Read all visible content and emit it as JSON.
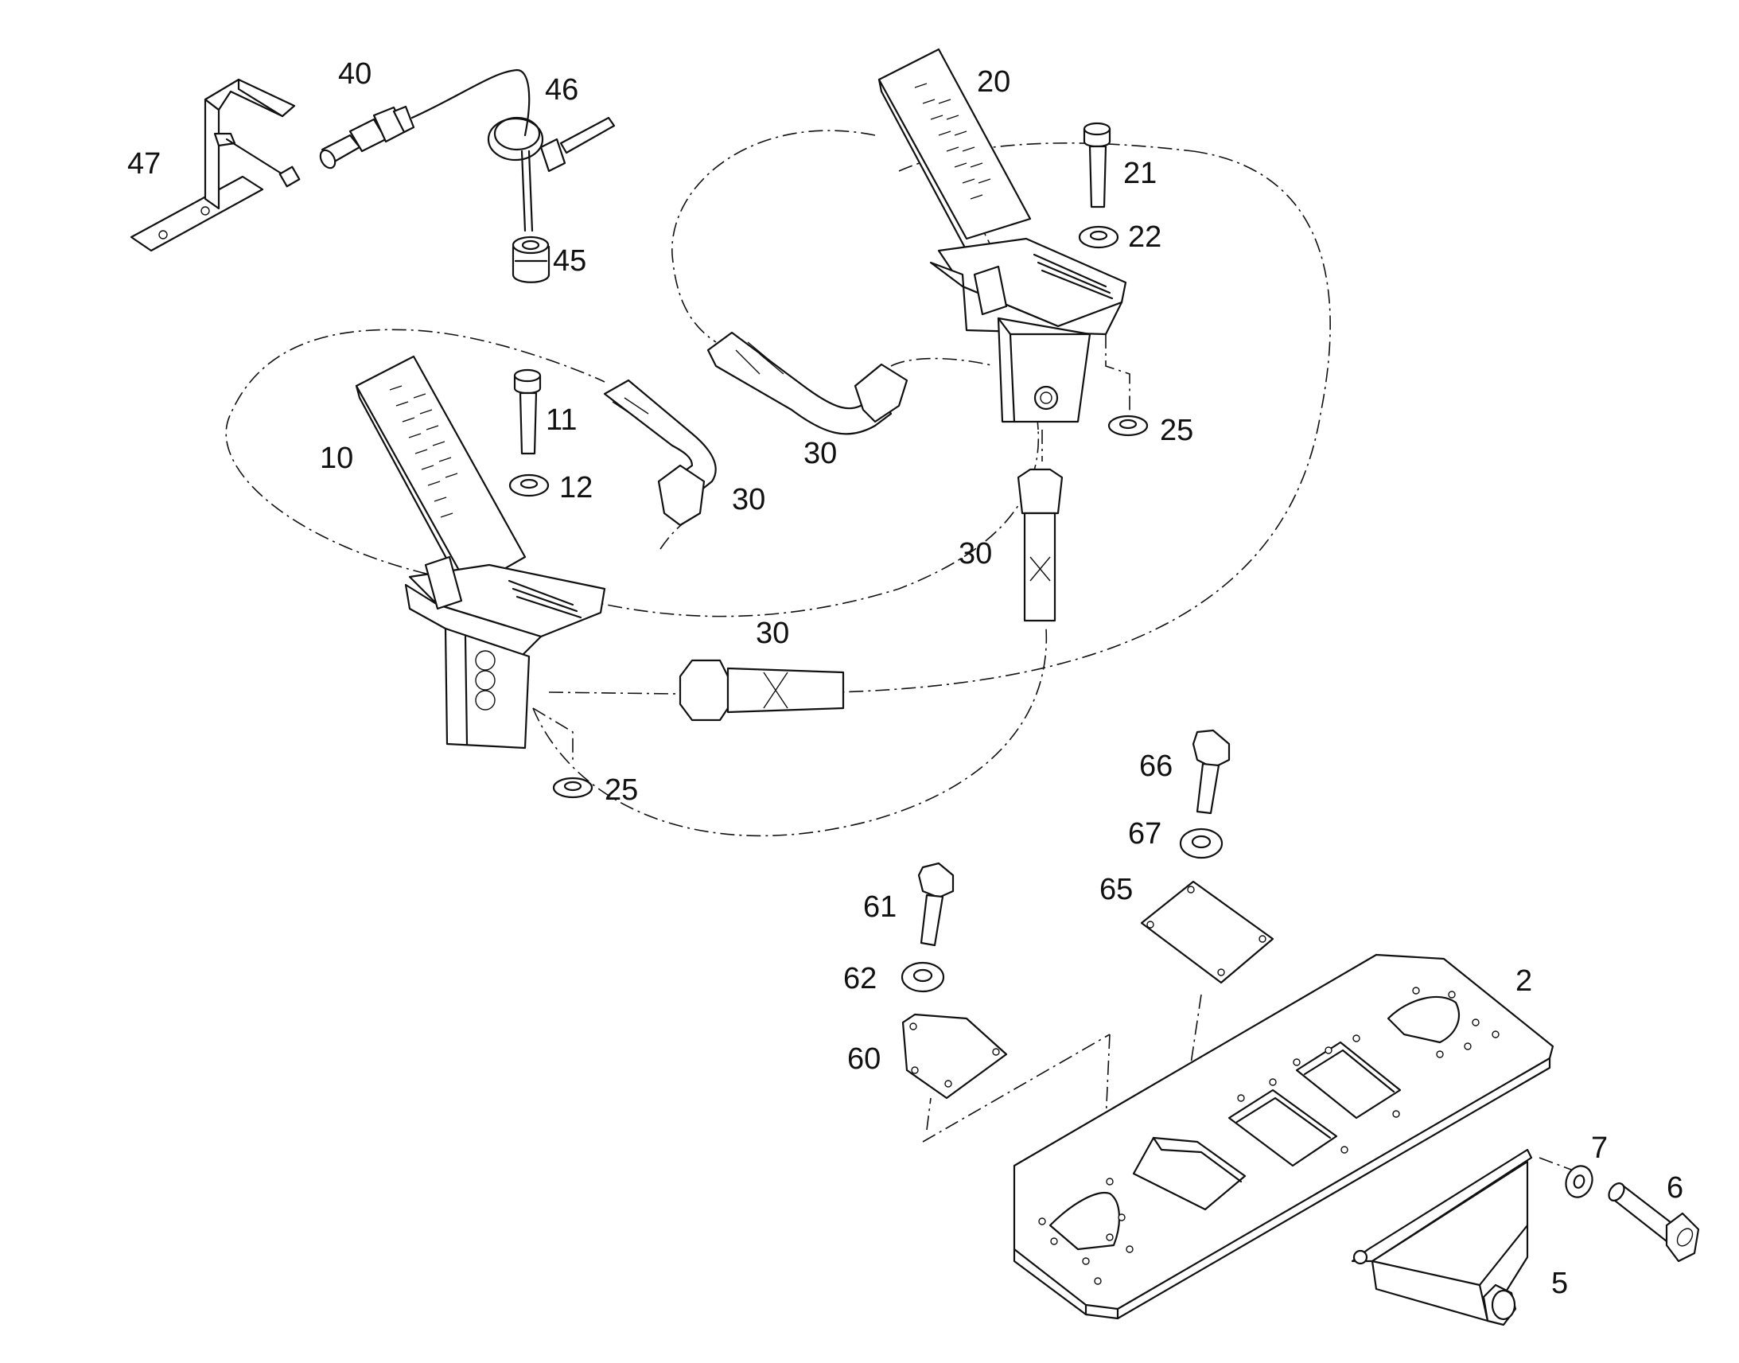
{
  "callouts": {
    "c2": "2",
    "c5": "5",
    "c6": "6",
    "c7": "7",
    "c10": "10",
    "c11": "11",
    "c12": "12",
    "c20": "20",
    "c21": "21",
    "c22": "22",
    "c25a": "25",
    "c25b": "25",
    "c30a": "30",
    "c30b": "30",
    "c30c": "30",
    "c30d": "30",
    "c40": "40",
    "c45": "45",
    "c46": "46",
    "c47": "47",
    "c60": "60",
    "c61": "61",
    "c62": "62",
    "c65": "65",
    "c66": "66",
    "c67": "67"
  }
}
